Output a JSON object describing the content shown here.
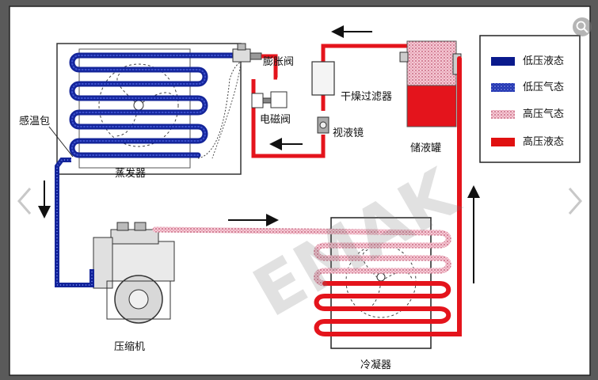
{
  "labels": {
    "expansion_valve": "膨胀阀",
    "solenoid_valve": "电磁阀",
    "filter_dryer": "干燥过滤器",
    "sight_glass": "视液镜",
    "receiver": "储液罐",
    "sensing_bulb": "感温包",
    "evaporator": "蒸发器",
    "compressor": "压缩机",
    "condenser": "冷凝器"
  },
  "legend": [
    {
      "label": "低压液态",
      "color": "#0a1a8c",
      "pattern": "solid"
    },
    {
      "label": "低压气态",
      "color": "#1c2fa8",
      "pattern": "dotted"
    },
    {
      "label": "高压气态",
      "color": "#d98aa0",
      "pattern": "dotted"
    },
    {
      "label": "高压液态",
      "color": "#e01010",
      "pattern": "solid"
    }
  ],
  "watermark": "EMAK",
  "colors": {
    "low_pressure": "#14259a",
    "high_gas": "#e3a7b7",
    "high_liquid": "#e4141c",
    "background": "#ffffff"
  },
  "icons": [
    "left-arrow-icon",
    "right-arrow-icon",
    "zoom-icon"
  ]
}
